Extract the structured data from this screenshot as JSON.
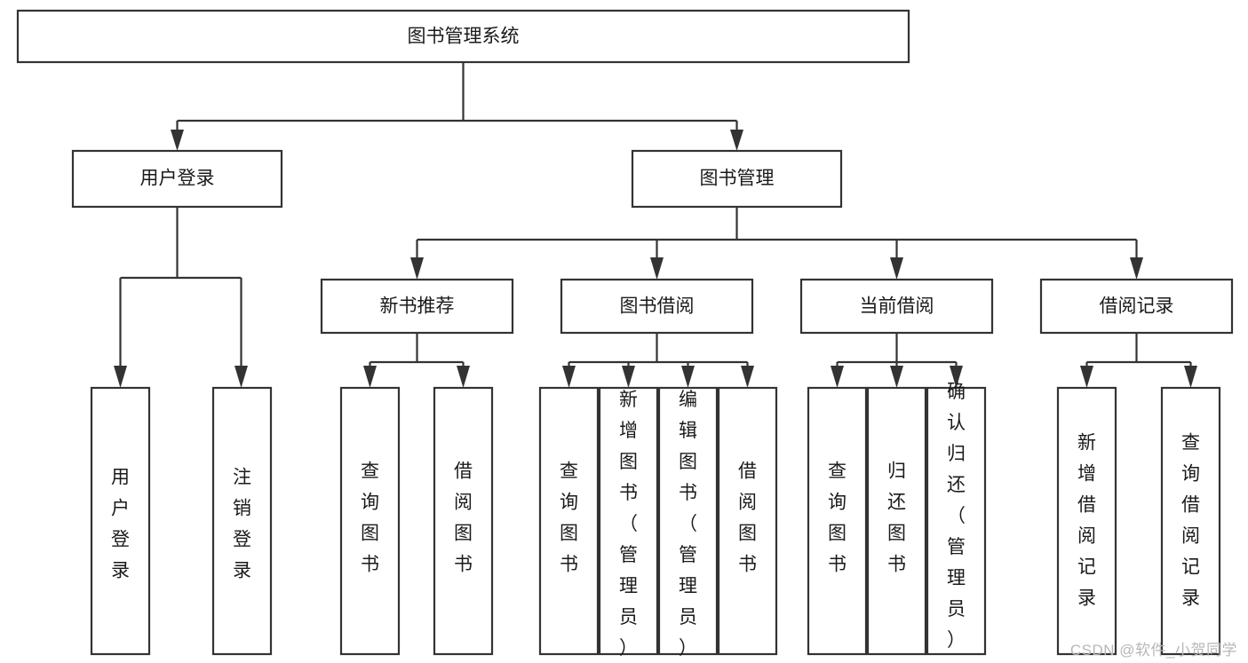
{
  "diagram": {
    "title": "图书管理系统",
    "type": "tree",
    "watermark": "CSDN @软件_小贺同学",
    "nodes": {
      "root": {
        "label": "图书管理系统"
      },
      "level2": [
        {
          "id": "user-login",
          "label": "用户登录"
        },
        {
          "id": "book-manage",
          "label": "图书管理"
        }
      ],
      "level3": [
        {
          "id": "new-book-rec",
          "label": "新书推荐",
          "parent": "book-manage"
        },
        {
          "id": "book-borrow",
          "label": "图书借阅",
          "parent": "book-manage"
        },
        {
          "id": "current-borrow",
          "label": "当前借阅",
          "parent": "book-manage"
        },
        {
          "id": "borrow-record",
          "label": "借阅记录",
          "parent": "book-manage"
        }
      ],
      "leaves": {
        "user-login": [
          {
            "id": "leaf-user-login",
            "label": "用户登录"
          },
          {
            "id": "leaf-user-logout",
            "label": "注销登录"
          }
        ],
        "new-book-rec": [
          {
            "id": "leaf-query-book-1",
            "label": "查询图书"
          },
          {
            "id": "leaf-borrow-book-1",
            "label": "借阅图书"
          }
        ],
        "book-borrow": [
          {
            "id": "leaf-query-book-2",
            "label": "查询图书"
          },
          {
            "id": "leaf-add-book",
            "label": "新增图书（管理员）"
          },
          {
            "id": "leaf-edit-book",
            "label": "编辑图书（管理员）"
          },
          {
            "id": "leaf-borrow-book-2",
            "label": "借阅图书"
          }
        ],
        "current-borrow": [
          {
            "id": "leaf-query-book-3",
            "label": "查询图书"
          },
          {
            "id": "leaf-return-book",
            "label": "归还图书"
          },
          {
            "id": "leaf-confirm-return",
            "label": "确认归还（管理员）"
          }
        ],
        "borrow-record": [
          {
            "id": "leaf-add-record",
            "label": "新增借阅记录"
          },
          {
            "id": "leaf-query-record",
            "label": "查询借阅记录"
          }
        ]
      }
    },
    "colors": {
      "stroke": "#333333",
      "fill": "#ffffff",
      "text": "#1a1a1a",
      "watermark": "#b7b7b7"
    }
  }
}
